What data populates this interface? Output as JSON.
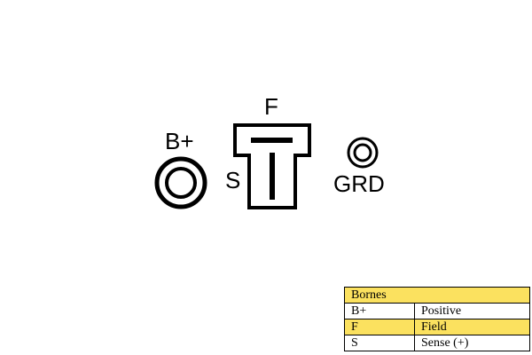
{
  "diagram": {
    "terminals": {
      "b_plus": {
        "label": "B+",
        "icon": "ring-terminal-icon"
      },
      "field": {
        "label": "F",
        "icon": "connector-plug-icon"
      },
      "sense": {
        "label": "S"
      },
      "ground": {
        "label": "GRD",
        "icon": "ring-terminal-icon"
      }
    },
    "colors": {
      "line": "#000000",
      "highlight": "#fbe15f"
    }
  },
  "legend": {
    "title": "Bornes",
    "rows": [
      {
        "code": "B+",
        "desc": "Positive"
      },
      {
        "code": "F",
        "desc": "Field"
      },
      {
        "code": "S",
        "desc": "Sense (+)"
      }
    ]
  }
}
